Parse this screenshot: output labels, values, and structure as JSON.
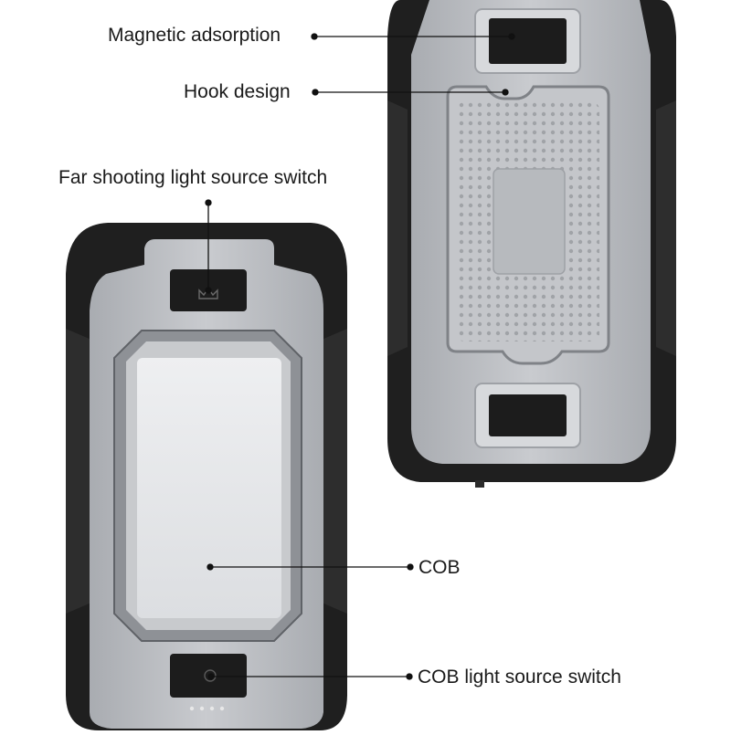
{
  "callouts": {
    "magnetic": "Magnetic adsorption",
    "hook": "Hook design",
    "far_switch": "Far shooting light source switch",
    "cob": "COB",
    "cob_switch": "COB light source switch"
  },
  "colors": {
    "rubber": "#1f1f1f",
    "rubber_edge": "#3a3a3a",
    "body_gray": "#b9bcc0",
    "body_light": "#d7d9dc",
    "lens": "#e6e7e9",
    "chrome": "#8e9196",
    "leader": "#111111"
  }
}
